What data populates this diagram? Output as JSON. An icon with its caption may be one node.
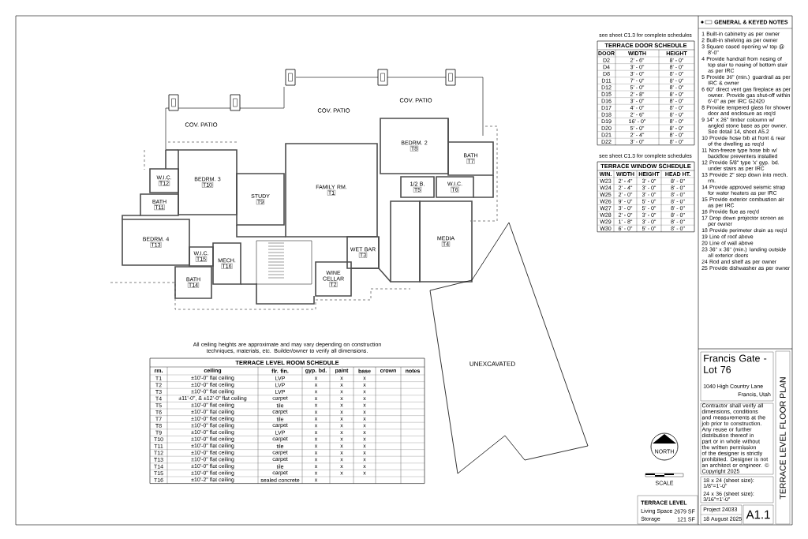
{
  "diagram": {
    "nodes": [
      {
        "text": [
          "BEDRM. 3",
          "T10"
        ]
      },
      {
        "text": [
          "W.I.C.",
          "T12"
        ]
      },
      {
        "text": [
          "BATH",
          "T11"
        ]
      },
      {
        "text": [
          "STUDY",
          "T9"
        ]
      },
      {
        "text": [
          "FAMILY RM.",
          "T1"
        ]
      },
      {
        "text": [
          "BEDRM. 2",
          "T8"
        ]
      },
      {
        "text": [
          "BATH",
          "T7"
        ]
      },
      {
        "text": [
          "W.I.C.",
          "T6"
        ]
      },
      {
        "text": [
          "1/2 B.",
          "T5"
        ]
      },
      {
        "text": [
          "BEDRM. 4",
          "T13"
        ]
      },
      {
        "text": [
          "W.I.C.",
          "T15"
        ]
      },
      {
        "text": [
          "BATH",
          "T14"
        ]
      },
      {
        "text": [
          "MECH.",
          "T16"
        ]
      },
      {
        "text": [
          "WET BAR",
          "T3"
        ]
      },
      {
        "text": [
          "WINE CELLAR",
          "T2"
        ]
      },
      {
        "text": [
          "MEDIA",
          "T4"
        ]
      },
      {
        "text": [
          "UNEXCAVATED"
        ]
      }
    ],
    "labels": [
      "see sheet C1.3 for complete schedules",
      "TERRACE DOOR SCHEDULE",
      "DOOR",
      "WIDTH",
      "HEIGHT",
      "D2",
      "2' - 6\"",
      "8' - 0\"",
      "D4",
      "3' - 0\"",
      "8' - 0\"",
      "D8",
      "3' - 0\"",
      "8' - 0\"",
      "D11",
      "7' - 0\"",
      "8' - 0\"",
      "D12",
      "5' - 0\"",
      "8' - 0\"",
      "D15",
      "2' - 8\"",
      "8' - 0\"",
      "D16",
      "3' - 0\"",
      "8' - 0\"",
      "D17",
      "4' - 0\"",
      "8' - 0\"",
      "D18",
      "2' - 6\"",
      "8' - 0\"",
      "D19",
      "16' - 0\"",
      "8' - 0\"",
      "D20",
      "5' - 0\"",
      "8' - 0\"",
      "D21",
      "2' - 4\"",
      "8' - 0\"",
      "D22",
      "3' - 0\"",
      "8' - 0\"",
      "see sheet C1.3 for complete schedules",
      "TERRACE WINDOW SCHEDULE",
      "WIN.",
      "WIDTH",
      "HEIGHT",
      "HEAD HT.",
      "W23",
      "2' - 4\"",
      "3' - 0\"",
      "8' - 0\"",
      "W24",
      "2' - 4\"",
      "3' - 0\"",
      "8' - 0\"",
      "W25",
      "2' - 0\"",
      "3' - 0\"",
      "8' - 0\"",
      "W26",
      "9' - 0\"",
      "5' - 0\"",
      "8' - 0\"",
      "W27",
      "3' - 0\"",
      "5' - 0\"",
      "8' - 0\"",
      "W28",
      "2' - 0\"",
      "3' - 0\"",
      "8' - 0\"",
      "W29",
      "1' - 8\"",
      "3' - 0\"",
      "8' - 0\"",
      "W30",
      "6' - 0\"",
      "5' - 0\"",
      "8' - 0\"",
      "GENERAL & KEYED NOTES",
      "1 Built-in cabinetry as per owner",
      "2 Built-in shelving as per owner",
      "3 Square cased opening w/ top @ 8'-0\"",
      "4 Provide handrail from nosing of top stair to nosing of bottom stair as per IRC",
      "5 Provide 36\" (min.) guardrail as per IRC & owner",
      "6 60\" direct vent gas fireplace as per owner. Provide gas shut-off within 6'-0\" as per IRC G2420",
      "8 Provide tempered glass for shower door and enclosure as req'd",
      "9 14\" x 26\" timber coloumn w/ angled stone base as per owner. See detail 14, sheet A5.2",
      "10 Provide hose bib at front & rear of the dwelling as req'd",
      "11 Non-freeze type hose bib w/ backflow preventers installed",
      "12 Provide 5/8\" type 'x' gyp. bd. under stairs as per IRC",
      "13 Provide 2\" step down into mech. rm.",
      "14 Provide approved seismic strap for water heaters as per IRC",
      "15 Provide exterior combustion air as per IRC",
      "16 Provide flue as req'd",
      "17 Drop down projector screen as per owner",
      "18 Provide perimeter drain as req'd",
      "19 Line of roof above",
      "20 Line of wall above",
      "23 36\" x 36\" (min.) landing outside all exterior doors",
      "24 Rod and shelf as per owner",
      "25 Provide dishwasher as per owner",
      "All ceiling heights are approximate and may vary depending on construction techniques, materials, etc. Builder/owner to verify all dimensions.",
      "TERRACE LEVEL ROOM SCHEDULE",
      "rm.",
      "ceiling",
      "flr. fin.",
      "gyp. bd.",
      "paint",
      "base",
      "crown",
      "notes",
      "T1",
      "±10'-0\" flat ceiling",
      "LVP",
      "x",
      "x",
      "x",
      "T2",
      "±10'-0\" flat ceiling",
      "LVP",
      "x",
      "x",
      "x",
      "T3",
      "±10'-0\" flat ceiling",
      "LVP",
      "x",
      "x",
      "x",
      "T4",
      "±11'-0\", & ±12'-0\" flat ceiling",
      "carpet",
      "x",
      "x",
      "x",
      "T5",
      "±10'-0\" flat ceiling",
      "tile",
      "x",
      "x",
      "x",
      "T6",
      "±10'-0\" flat ceiling",
      "carpet",
      "x",
      "x",
      "x",
      "T7",
      "±10'-0\" flat ceiling",
      "tile",
      "x",
      "x",
      "x",
      "T8",
      "±10'-0\" flat ceiling",
      "carpet",
      "x",
      "x",
      "x",
      "T9",
      "±10'-0\" flat ceiling",
      "LVP",
      "x",
      "x",
      "x",
      "T10",
      "±10'-0\" flat ceiling",
      "carpet",
      "x",
      "x",
      "x",
      "T11",
      "±10'-0\" flat ceiling",
      "tile",
      "x",
      "x",
      "x",
      "T12",
      "±10'-0\" flat ceiling",
      "carpet",
      "x",
      "x",
      "x",
      "T13",
      "±10'-0\" flat ceiling",
      "carpet",
      "x",
      "x",
      "x",
      "T14",
      "±10'-0\" flat ceiling",
      "tile",
      "x",
      "x",
      "x",
      "T15",
      "±10'-0\" flat ceiling",
      "carpet",
      "x",
      "x",
      "x",
      "T16",
      "±10'-2\" flat ceiling",
      "sealed concrete",
      "x",
      "COV. PATIO",
      "COV. PATIO",
      "COV. PATIO",
      "NORTH",
      "SCALE",
      "Francis Gate - Lot 76",
      "1040 High Country Lane",
      "Francis, Utah",
      "Contractor shall verify all dimensions, conditions and measurements at the job prior to construction. Any reuse or further distribution thereof in part or in whole without the written permission of the designer is strictly prohibited. Designer is not an architect or engineer. © Copyright 2025",
      "18 x 24 (sheet size): 1/8\"=1'-0\"",
      "24 x 36 (sheet size): 3/16\"=1'-0\"",
      "Project 24033",
      "18 August 2025",
      "A1.1",
      "TERRACE LEVEL FLOOR PLAN",
      "TERRACE LEVEL",
      "Living Space",
      "2679 SF",
      "Storage",
      "121 SF"
    ]
  }
}
